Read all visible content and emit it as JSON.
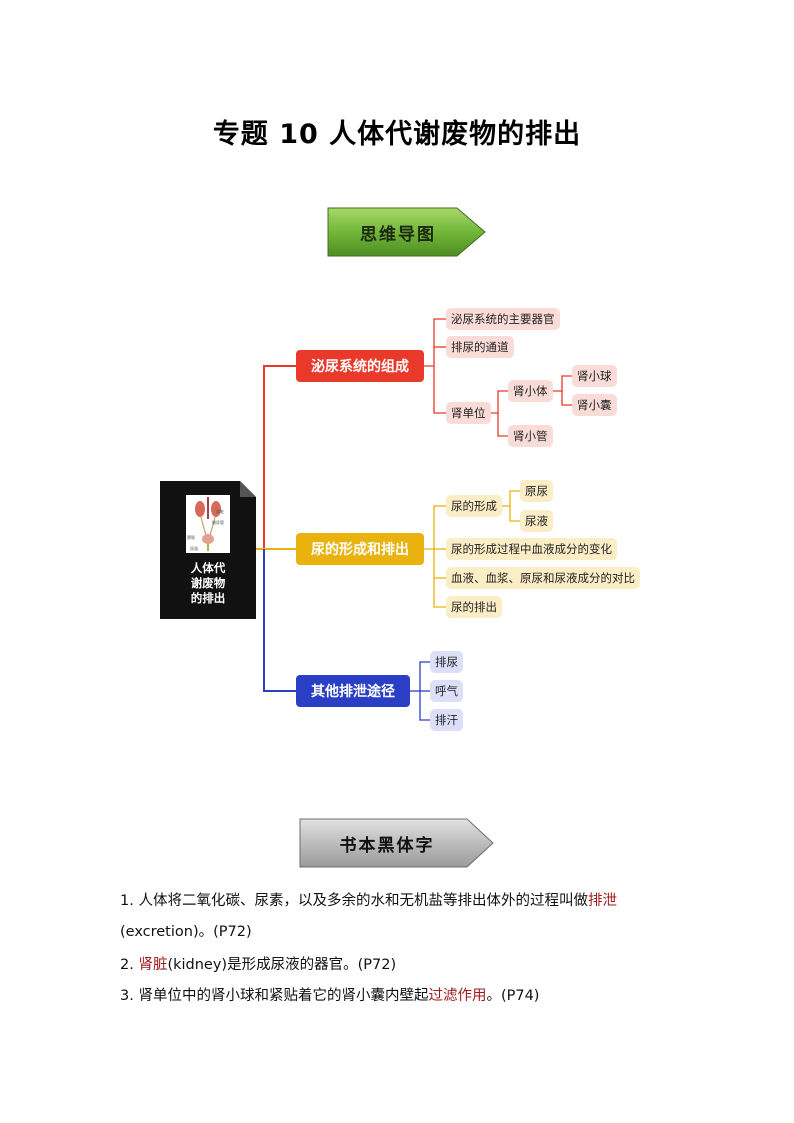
{
  "page": {
    "title": "专题 10  人体代谢废物的排出"
  },
  "banners": {
    "mindmap": "思维导图",
    "textbook": "书本黑体字"
  },
  "mindmap": {
    "root": {
      "label_lines": [
        "人体代",
        "谢废物",
        "的排出"
      ],
      "thumb_labels": [
        "肾脏",
        "输尿管",
        "膀胱",
        "尿道"
      ]
    },
    "branches": [
      {
        "label": "泌尿系统的组成",
        "color": "#e8392a",
        "items": [
          "泌尿系统的主要器官",
          "排尿的通道",
          "肾单位",
          "肾小体",
          "肾小球",
          "肾小囊",
          "肾小管"
        ]
      },
      {
        "label": "尿的形成和排出",
        "color": "#e9b20e",
        "items": [
          "尿的形成",
          "原尿",
          "尿液",
          "尿的形成过程中血液成分的变化",
          "血液、血浆、原尿和尿液成分的对比",
          "尿的排出"
        ]
      },
      {
        "label": "其他排泄途径",
        "color": "#2b3fc6",
        "items": [
          "排尿",
          "呼气",
          "排汗"
        ]
      }
    ]
  },
  "paragraphs": [
    {
      "p1_before": "1. 人体将二氧化碳、尿素，以及多余的水和无机盐等排出体外的过程叫做",
      "p1_highlight": "排泄",
      "p1_after": "(excretion)。(P72)"
    },
    {
      "p2_before": "2. ",
      "p2_highlight": "肾脏",
      "p2_after": "(kidney)是形成尿液的器官。(P72)"
    },
    {
      "p3_before": "3. 肾单位中的肾小球和紧贴着它的肾小囊内壁起",
      "p3_highlight": "过滤作用",
      "p3_after": "。(P74)"
    }
  ]
}
